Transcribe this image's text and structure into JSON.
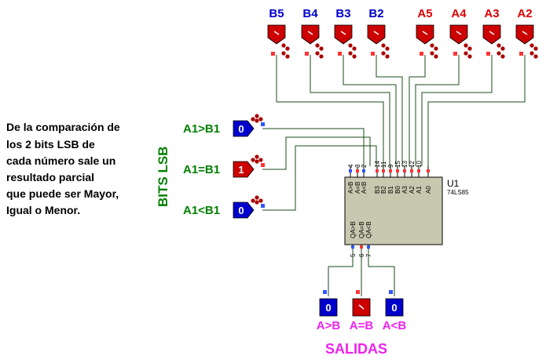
{
  "description": {
    "lines": [
      "De la comparación de",
      "los 2 bits LSB de",
      "cada número sale un",
      "resultado parcial",
      "que puede ser Mayor,",
      "Igual o Menor."
    ]
  },
  "side_label": "BITS LSB",
  "outputs_title": "SALIDAS",
  "chip": {
    "name": "U1",
    "type": "74LS85",
    "top_pins": [
      {
        "num": "4",
        "label": "A>B"
      },
      {
        "num": "3",
        "label": "A=B"
      },
      {
        "num": "2",
        "label": "A<B"
      },
      {
        "num": "14",
        "label": "B3"
      },
      {
        "num": "11",
        "label": "B2"
      },
      {
        "num": "9",
        "label": "B1"
      },
      {
        "num": "15",
        "label": "B0"
      },
      {
        "num": "13",
        "label": "A3"
      },
      {
        "num": "12",
        "label": "A2"
      },
      {
        "num": "10",
        "label": "A1"
      },
      {
        "num": "",
        "label": "A0"
      }
    ],
    "bottom_pins": [
      {
        "num": "5",
        "label": "QA>B"
      },
      {
        "num": "6",
        "label": "QA=B"
      },
      {
        "num": "7",
        "label": "QA<B"
      }
    ]
  },
  "top_inputs": [
    {
      "label": "B5",
      "group": "b"
    },
    {
      "label": "B4",
      "group": "b"
    },
    {
      "label": "B3",
      "group": "b"
    },
    {
      "label": "B2",
      "group": "b"
    },
    {
      "label": "A5",
      "group": "a"
    },
    {
      "label": "A4",
      "group": "a"
    },
    {
      "label": "A3",
      "group": "a"
    },
    {
      "label": "A2",
      "group": "a"
    }
  ],
  "cascade_inputs": [
    {
      "label": "A1>B1",
      "value": "0",
      "color": "#0000cc"
    },
    {
      "label": "A1=B1",
      "value": "1",
      "color": "#cc0000"
    },
    {
      "label": "A1<B1",
      "value": "0",
      "color": "#0000cc"
    }
  ],
  "outputs": [
    {
      "label": "A>B",
      "value": "0",
      "color": "#0000cc"
    },
    {
      "label": "A=B",
      "value": "1",
      "color": "#cc0000"
    },
    {
      "label": "A<B",
      "value": "0",
      "color": "#0000cc"
    }
  ],
  "colors": {
    "logic_high": "#cc0000",
    "logic_low": "#0000cc",
    "wire": "#1a4d1a",
    "chip_fill": "#c8c8b0"
  }
}
